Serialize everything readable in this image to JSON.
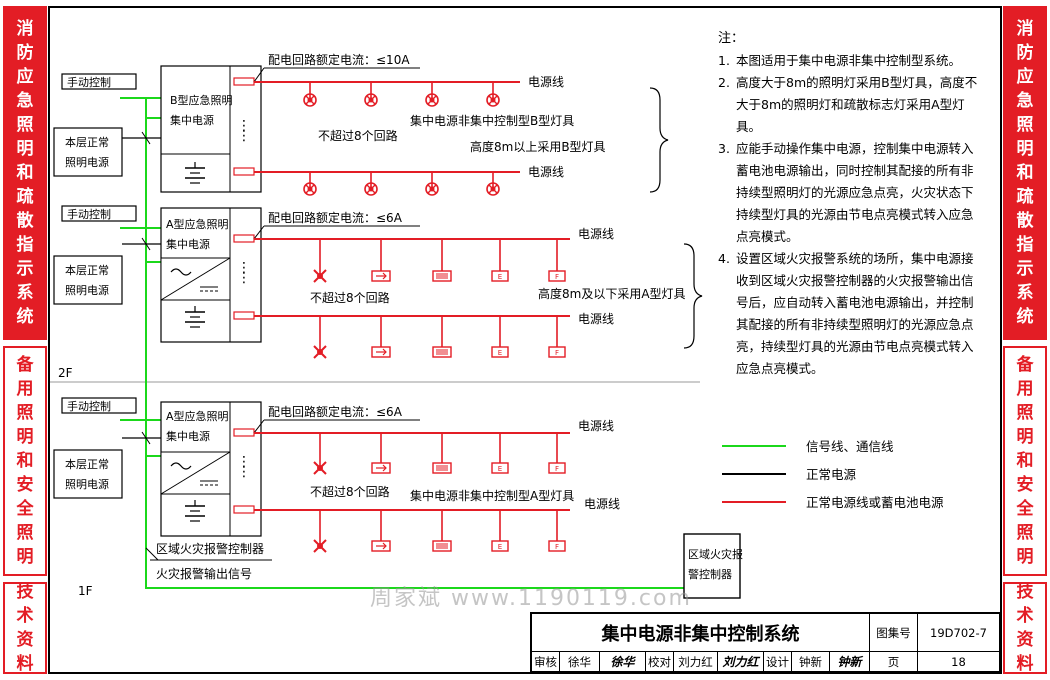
{
  "side_left": {
    "block1": "消防应急照明和疏散指示系统",
    "block2": "备用照明和安全照明",
    "block3": "技术资料"
  },
  "side_right": {
    "block1": "消防应急照明和疏散指示系统",
    "block2": "备用照明和安全照明",
    "block3": "技术资料"
  },
  "diagram": {
    "manual_control": "手动控制",
    "normal_power_line1": "本层正常",
    "normal_power_line2": "照明电源",
    "box1_title_line1": "B型应急照明",
    "box1_title_line2": "集中电源",
    "box2_title_line1": "A型应急照明",
    "box2_title_line2": "集中电源",
    "rated_current_b": "配电回路额定电流：≤10A",
    "rated_current_a": "配电回路额定电流：≤6A",
    "power_line": "电源线",
    "max_loops": "不超过8个回路",
    "b_type_label": "集中电源非集中控制型B型灯具",
    "height_above": "高度8m以上采用B型灯具",
    "height_below": "高度8m及以下采用A型灯具",
    "a_type_label": "集中电源非集中控制型A型灯具",
    "floor_2f": "2F",
    "floor_1f": "1F",
    "fire_controller_label": "区域火灾报警控制器",
    "fire_signal_label": "火灾报警输出信号",
    "fire_box_line1": "区域火灾报",
    "fire_box_line2": "警控制器",
    "sign_e": "E",
    "sign_f": "F"
  },
  "notes": {
    "title": "注：",
    "items": [
      "本图适用于集中电源非集中控制型系统。",
      "高度大于8m的照明灯采用B型灯具，高度不大于8m的照明灯和疏散标志灯采用A型灯具。",
      "应能手动操作集中电源，控制集中电源转入蓄电池电源输出，同时控制其配接的所有非持续型照明灯的光源应急点亮，火灾状态下持续型灯具的光源由节电点亮模式转入应急点亮模式。",
      "设置区域火灾报警系统的场所，集中电源接收到区域火灾报警控制器的火灾报警输出信号后，应自动转入蓄电池电源输出，并控制其配接的所有非持续型照明灯的光源应急点亮，持续型灯具的光源由节电点亮模式转入应急点亮模式。"
    ]
  },
  "legend": [
    {
      "color": "#1bd81b",
      "label": "信号线、通信线"
    },
    {
      "color": "#000000",
      "label": "正常电源"
    },
    {
      "color": "#e31d25",
      "label": "正常电源线或蓄电池电源"
    }
  ],
  "watermark": "周家斌 www.1190119.com",
  "title_block": {
    "title": "集中电源非集中控制系统",
    "atlas_label": "图集号",
    "atlas_no": "19D702-7",
    "review_label": "审核",
    "reviewer": "徐华",
    "reviewer_sig": "徐华",
    "check_label": "校对",
    "checker": "刘力红",
    "checker_sig": "刘力红",
    "design_label": "设计",
    "designer": "钟新",
    "designer_sig": "钟新",
    "page_label": "页",
    "page_no": "18"
  },
  "colors": {
    "red": "#e31d25",
    "green": "#1bd81b",
    "black": "#000000"
  }
}
